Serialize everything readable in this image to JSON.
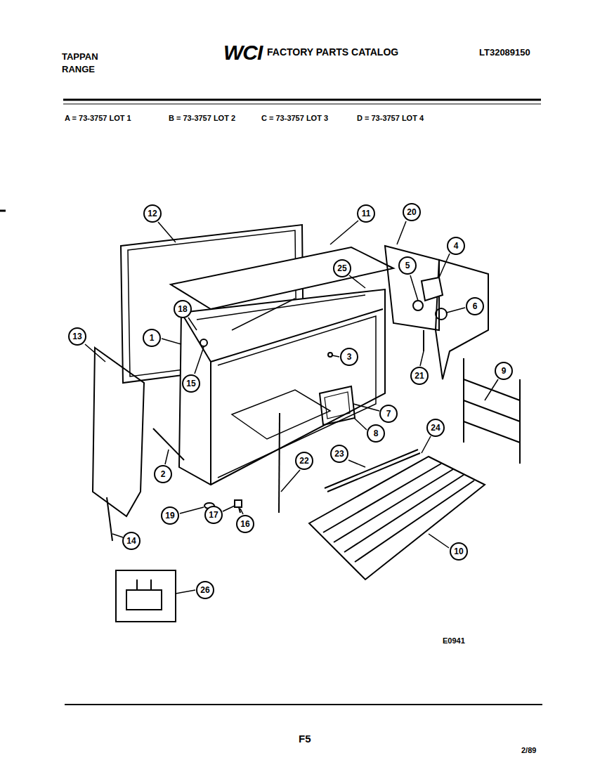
{
  "diagram": {
    "title": "FACTORY PARTS CATALOG",
    "labels": [
      "TAPPAN",
      "RANGE",
      "WCI",
      "LT32089150",
      "A = 73-3757 LOT 1",
      "B = 73-3757 LOT 2",
      "C = 73-3757 LOT 3",
      "D = 73-3757 LOT 4",
      "20",
      "12",
      "11",
      "4",
      "5",
      "25",
      "6",
      "18",
      "13",
      "1",
      "3",
      "9",
      "21",
      "15",
      "7",
      "24",
      "8",
      "23",
      "22",
      "2",
      "17",
      "19",
      "16",
      "14",
      "10",
      "26",
      "E0941",
      "F5",
      "2/89"
    ]
  }
}
